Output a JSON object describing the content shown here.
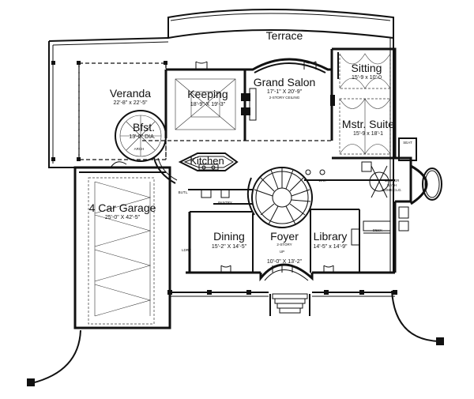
{
  "terrace": {
    "name": "Terrace"
  },
  "veranda": {
    "name": "Veranda",
    "dim": "22'-8\" x 22'-5\""
  },
  "keeping": {
    "name": "Keeping",
    "dim": "18'-9\" X 19'-3\""
  },
  "grand_salon": {
    "name": "Grand Salon",
    "dim": "17'-1\" X 20'-9\"",
    "note": "2-STORY CEILING"
  },
  "sitting": {
    "name": "Sitting",
    "dim": "15'-9 x 10'-0"
  },
  "master_suite": {
    "name": "Mstr. Suite",
    "dim": "15'-9 x 18'-1"
  },
  "bfst": {
    "name": "Bfst.",
    "dim": "13'-0\" DIA."
  },
  "kitchen": {
    "name": "Kitchen"
  },
  "garage": {
    "name": "4 Car Garage",
    "dim": "25'-0\" X 42'-5\""
  },
  "dining": {
    "name": "Dining",
    "dim": "15'-2\" X 14'-5\""
  },
  "foyer": {
    "name": "Foyer",
    "sub": "2-STORY",
    "dim": "10'-0\" X 13'-2\""
  },
  "library": {
    "name": "Library",
    "dim": "14'-5\" x 14'-9\""
  },
  "master_bath": {
    "line1": "MASTER",
    "line2": "BATH",
    "note": "DOME CLG."
  },
  "labels": {
    "pantry": "PANTRY",
    "butler": "BUTL.",
    "laundry": "LDRY",
    "seat": "SEAT",
    "wc": "W.C.",
    "desk": "DESK",
    "arch": "ARCH",
    "up": "UP"
  }
}
